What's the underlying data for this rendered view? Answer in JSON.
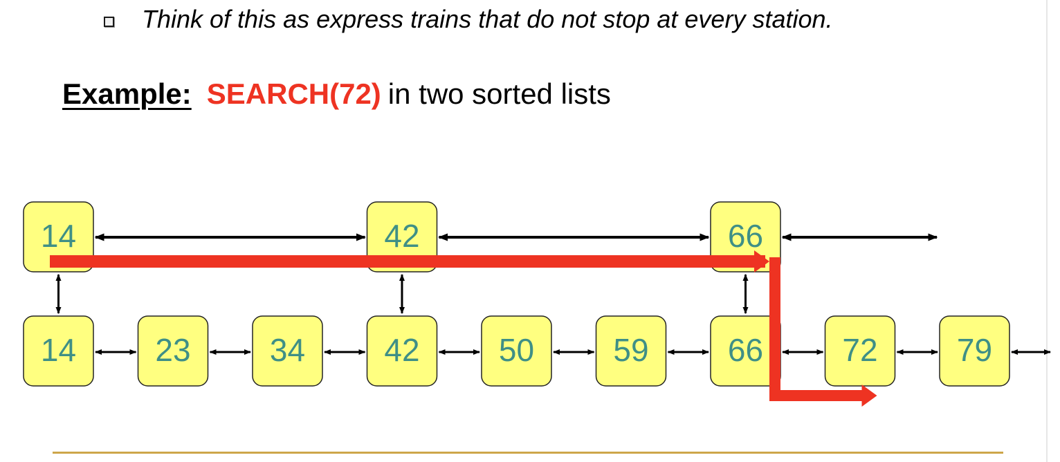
{
  "slide": {
    "bullet_text": "Think of this as express trains that do not stop at every station.",
    "example_label": "Example:",
    "example_query": "SEARCH(72)",
    "example_rest": "in two sorted lists"
  },
  "diagram": {
    "express_list": [
      "14",
      "42",
      "66"
    ],
    "local_list": [
      "14",
      "23",
      "34",
      "42",
      "50",
      "59",
      "66",
      "72",
      "79"
    ],
    "search_key": "72",
    "colors": {
      "node_fill": "#ffff80",
      "node_text": "#3f8f86",
      "search_path": "#ee3322",
      "link": "#000000",
      "footer_rule": "#cda64a"
    }
  }
}
